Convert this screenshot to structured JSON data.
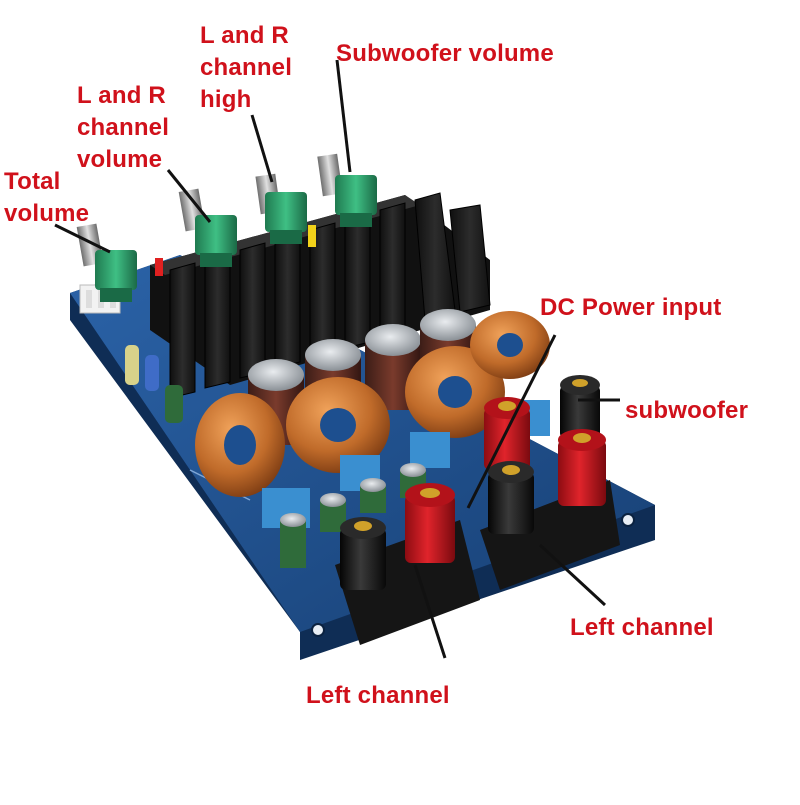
{
  "labels": {
    "total_volume": "Total\nvolume",
    "lr_channel_volume": "L and R\nchannel\nvolume",
    "lr_channel_high": "L and R\nchannel\nhigh",
    "subwoofer_volume": "Subwoofer volume",
    "dc_power_input": "DC Power input",
    "subwoofer": "subwoofer",
    "left_channel_right": "Left channel",
    "left_channel_bottom": "Left channel"
  },
  "colors": {
    "label_text": "#d0111b",
    "pcb": "#1d4f8f",
    "heatsink": "#1a1a1a",
    "knob": "#2e9e6a",
    "inductor_copper": "#c8742d",
    "terminal_red": "#d2141c",
    "terminal_black": "#1c1c1c",
    "capacitor": "#7a3b2c",
    "film_cap": "#3a8fd0"
  },
  "icons": {
    "board": "audio-amplifier-board",
    "knob": "potentiometer-knob",
    "terminal": "binding-post-terminal",
    "inductor": "toroidal-inductor",
    "capacitor": "electrolytic-capacitor"
  }
}
